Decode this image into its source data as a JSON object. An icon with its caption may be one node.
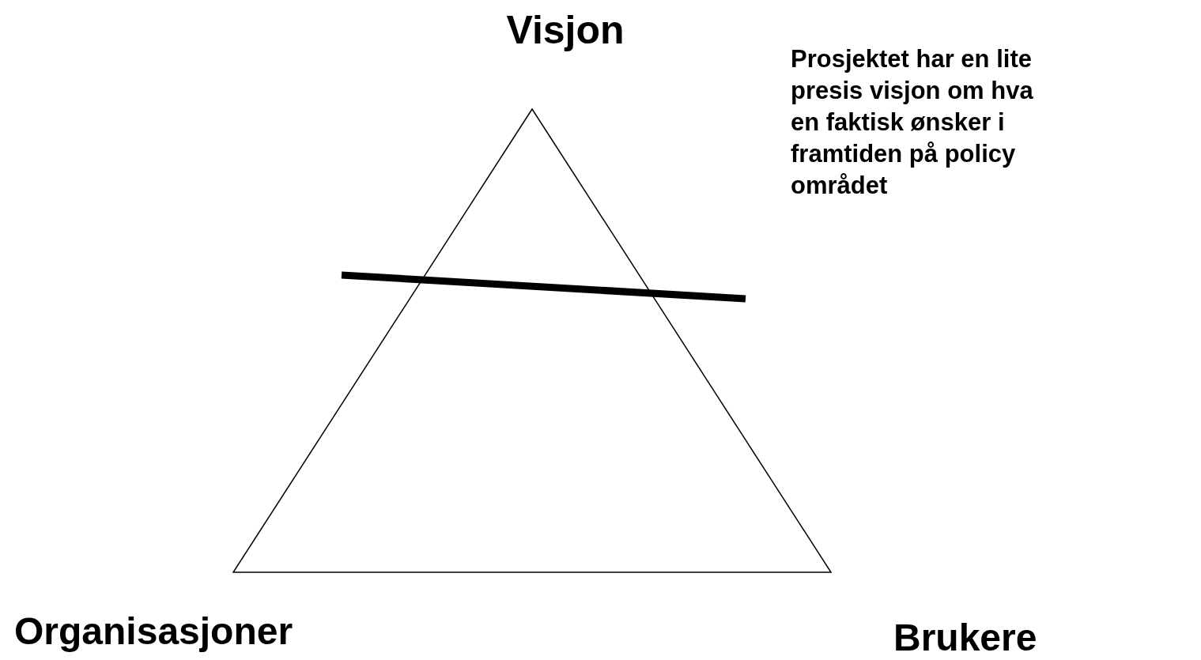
{
  "diagram": {
    "labels": [
      "Visjon",
      "Prosjektet har en lite presis visjon om hva en faktisk ønsker i framtiden på policy området",
      "Organisasjoner",
      "Brukere"
    ]
  }
}
